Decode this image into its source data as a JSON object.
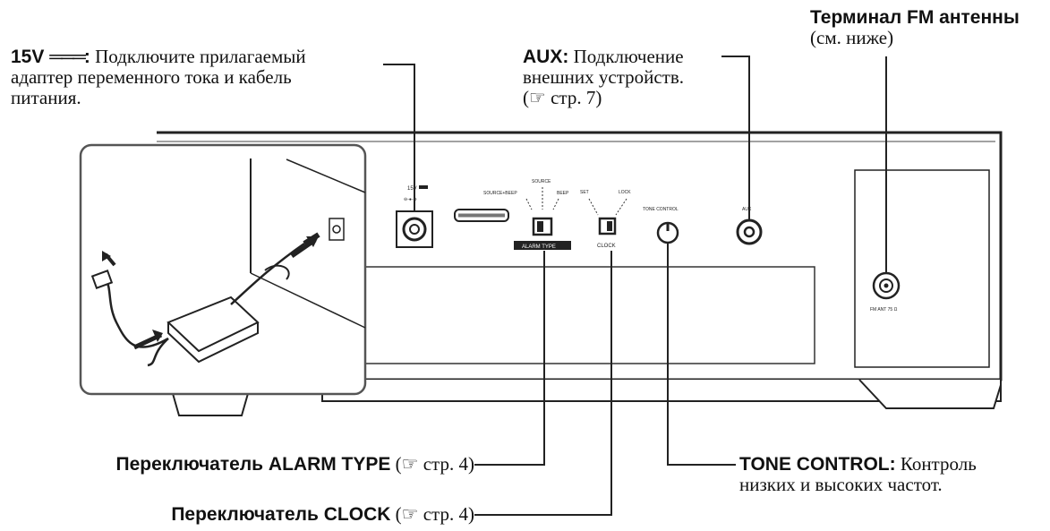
{
  "callouts": {
    "power": {
      "label": "15V ",
      "symbol": "═══",
      "colon": ":",
      "text_line1": " Подключите прилагаемый",
      "text_line2": "адаптер переменного тока и кабель",
      "text_line3": "питания."
    },
    "aux": {
      "label": "AUX:",
      "text_line1": " Подключение",
      "text_line2": "внешних устройств.",
      "ref": "(☞ стр. 7)"
    },
    "fm": {
      "label": "Терминал FM антенны",
      "text_line2": "(см. ниже)"
    },
    "alarm_type": {
      "label": "Переключатель ALARM TYPE",
      "ref": " (☞ стр. 4)"
    },
    "clock": {
      "label": "Переключатель CLOCK",
      "ref": " (☞ стр. 4)"
    },
    "tone": {
      "label": "TONE CONTROL:",
      "text_line1": " Контроль",
      "text_line2": "низких и высоких частот."
    }
  },
  "panel_labels": {
    "power_jack": "15V",
    "source_beep": "SOURCE+BEEP",
    "source": "SOURCE",
    "beep": "BEEP",
    "alarm_type": "ALARM TYPE",
    "set": "SET",
    "lock": "LOCK",
    "clock": "CLOCK",
    "tone_control": "TONE CONTROL",
    "aux": "AUX",
    "fm_ant": "FM ANT 75 Ω"
  }
}
